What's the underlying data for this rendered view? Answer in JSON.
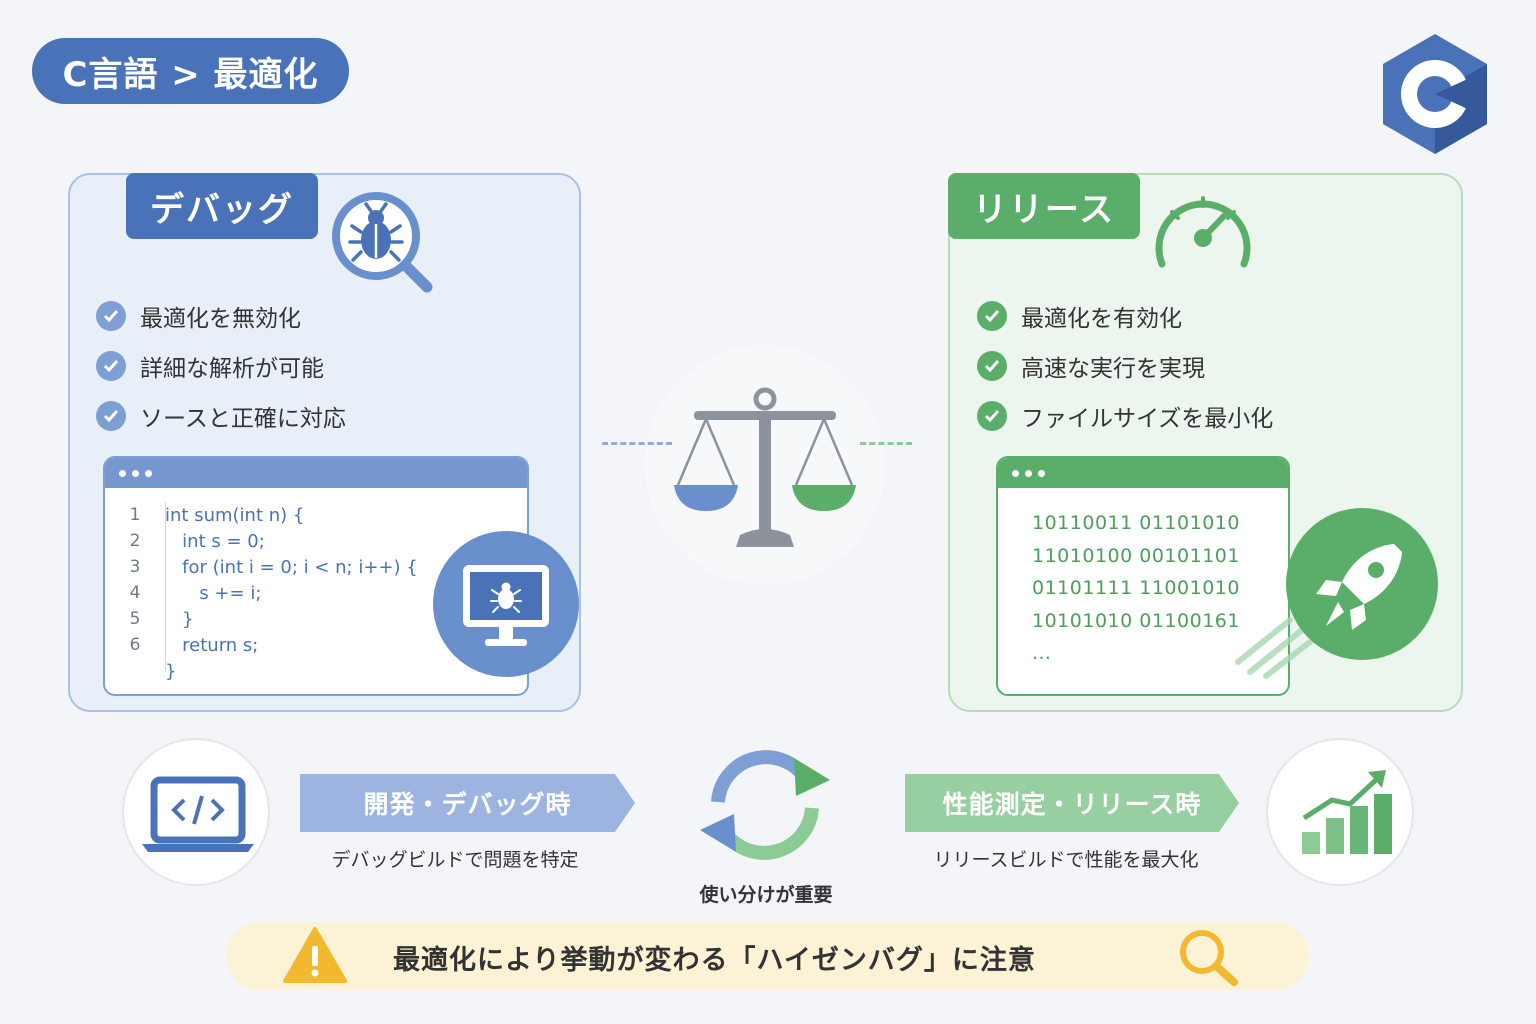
{
  "breadcrumb": "C言語 > 最適化",
  "colors": {
    "debug": "#4a72b8",
    "release": "#5bae69",
    "warning": "#f2b930"
  },
  "debug": {
    "title": "デバッグ",
    "icon": "bug-magnifier-icon",
    "points": [
      "最適化を無効化",
      "詳細な解析が可能",
      "ソースと正確に対応"
    ],
    "code_lines": [
      {
        "no": "1",
        "text": "int sum(int n) {"
      },
      {
        "no": "2",
        "text": "   int s = 0;"
      },
      {
        "no": "3",
        "text": "   for (int i = 0; i < n; i++) {"
      },
      {
        "no": "4",
        "text": "      s += i;"
      },
      {
        "no": "5",
        "text": "   }"
      },
      {
        "no": "6",
        "text": "   return s;"
      },
      {
        "no": "",
        "text": "}"
      }
    ]
  },
  "release": {
    "title": "リリース",
    "icon": "speedometer-icon",
    "points": [
      "最適化を有効化",
      "高速な実行を実現",
      "ファイルサイズを最小化"
    ],
    "binary_lines": [
      "10110011 01101010",
      "11010100 00101101",
      "01101111 11001010",
      "10101010 01100161",
      "…"
    ]
  },
  "flow": {
    "debug_label": "開発・デバッグ時",
    "debug_sub": "デバッグビルドで問題を特定",
    "center_label": "使い分けが重要",
    "release_label": "性能測定・リリース時",
    "release_sub": "リリースビルドで性能を最大化"
  },
  "warning": "最適化により挙動が変わる「ハイゼンバグ」に注意"
}
